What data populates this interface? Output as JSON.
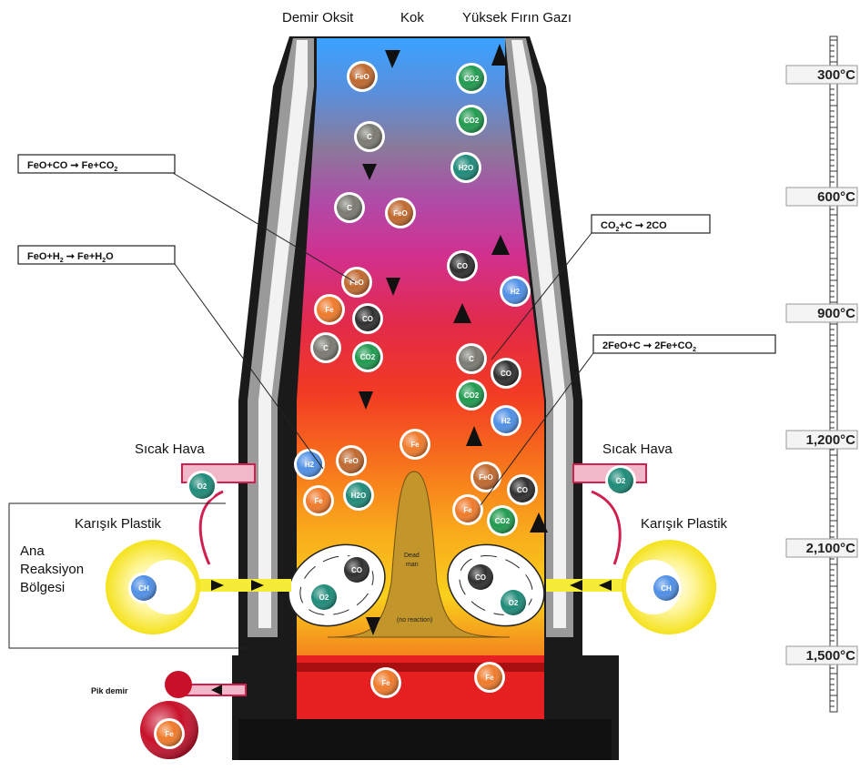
{
  "top_labels": {
    "iron_oxide": "Demir Oksit",
    "coke": "Kok",
    "furnace_gas": "Yüksek Fırın Gazı"
  },
  "reactions": {
    "r1": "FeO+CO  ➞  Fe+CO",
    "r2": "FeO+H",
    "r2b": "  ➞  Fe+H",
    "r2c": "O",
    "r3": "CO",
    "r3b": "+C  ➞  2CO",
    "r4": "2FeO+C  ➞  2Fe+CO",
    "sub2": "2"
  },
  "side_labels": {
    "hot_air_left": "Sıcak Hava",
    "hot_air_right": "Sıcak Hava",
    "mixed_plastic_left": "Karışık Plastik",
    "mixed_plastic_right": "Karışık Plastik",
    "main_zone_1": "Ana",
    "main_zone_2": "Reaksiyon",
    "main_zone_3": "Bölgesi",
    "pig_iron": "Pik demir"
  },
  "center_labels": {
    "dead_man_1": "Dead",
    "dead_man_2": "man",
    "no_reaction": "(no reaction)"
  },
  "molecules": {
    "feo": "FeO",
    "c": "C",
    "co": "CO",
    "co2": "CO",
    "h2": "H",
    "h2o": "H",
    "fe": "Fe",
    "o2": "O",
    "ch": "CH"
  },
  "temperature_scale": [
    "300°C",
    "600°C",
    "900°C",
    "1,200°C",
    "2,100°C",
    "1,500°C"
  ],
  "colors": {
    "fe": "#f07a2a",
    "feo": "#c0682e",
    "c": "#7a7a72",
    "co": "#2e2e2e",
    "co2": "#1f9a4e",
    "h2": "#4f8fe6",
    "o2": "#1d8a78",
    "plastic": "#f8ec3a",
    "hot_air": "#e2406a"
  }
}
